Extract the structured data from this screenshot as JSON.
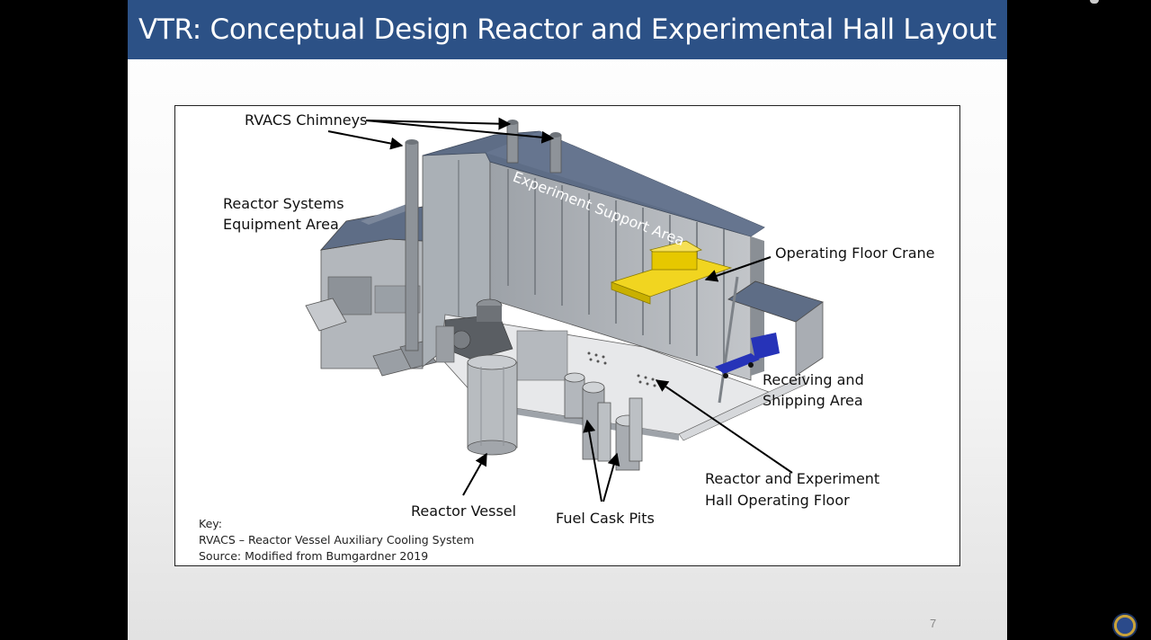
{
  "slide": {
    "title": "VTR: Conceptual Design Reactor and Experimental Hall Layout",
    "page_number": "7"
  },
  "figure": {
    "labels": {
      "rvacs_chimneys": "RVACS Chimneys",
      "reactor_systems_line1": "Reactor Systems",
      "reactor_systems_line2": "Equipment Area",
      "experiment_support": "Experiment Support Area",
      "operating_floor_crane": "Operating Floor Crane",
      "receiving_line1": "Receiving and",
      "receiving_line2": "Shipping Area",
      "reactor_vessel": "Reactor Vessel",
      "fuel_cask_pits": "Fuel Cask Pits",
      "hall_floor_line1": "Reactor and Experiment",
      "hall_floor_line2": "Hall Operating Floor"
    },
    "key": {
      "heading": "Key:",
      "rvacs": "RVACS – Reactor Vessel Auxiliary Cooling System",
      "source": "Source: Modified from Bumgardner 2019"
    }
  },
  "colors": {
    "title_bar": "#2c5186",
    "roof": "#5e6d86",
    "wall": "#a9adb3",
    "crane": "#f1d520",
    "truck": "#2633b8"
  }
}
